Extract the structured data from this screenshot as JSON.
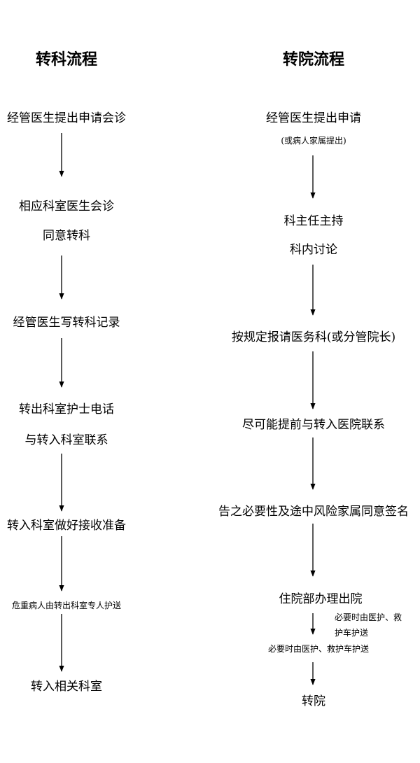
{
  "left_flow": {
    "title": "转科流程",
    "steps": [
      "经管医生提出申请会诊",
      "相应科室医生会诊",
      "同意转科",
      "经管医生写转科记录",
      "转出科室护士电话",
      "与转入科室联系",
      "转入科室做好接收准备",
      "危重病人由转出科室专人护送",
      "转入相关科室"
    ]
  },
  "right_flow": {
    "title": "转院流程",
    "steps": [
      "经管医生提出申请",
      "(或病人家属提出)",
      "科主任主持",
      "科内讨论",
      "按规定报请医务科(或分管院长)",
      "尽可能提前与转入医院联系",
      "告之必要性及途中风险家属同意签名",
      "住院部办理出院",
      "必要时由医护、救护车护送",
      "转院"
    ],
    "side_note": {
      "line1": "必要时由医护、救",
      "line2": "护车护送"
    }
  },
  "colors": {
    "text": "#000000",
    "arrow": "#000000",
    "background": "#ffffff"
  }
}
